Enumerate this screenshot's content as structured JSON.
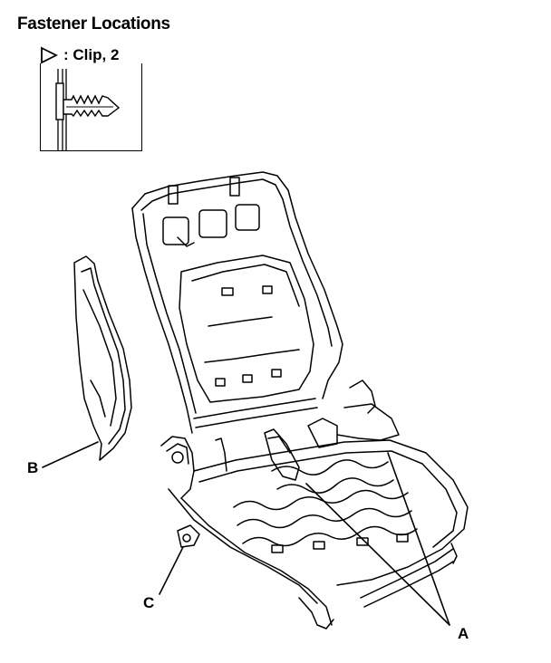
{
  "header": {
    "title": "Fastener Locations"
  },
  "legend": {
    "icon": "triangle-outline-icon",
    "text": ": Clip, 2"
  },
  "callouts": {
    "a": "A",
    "b": "B",
    "c": "C"
  }
}
